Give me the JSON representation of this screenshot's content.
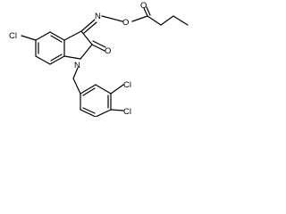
{
  "molecule": {
    "atom_labels": {
      "chlorine_top_left": "Cl",
      "oxime_n": "N",
      "ester_o": "O",
      "ester_carbonyl_o": "O",
      "lactam_carbonyl_o": "O",
      "ring_n": "N",
      "chlorine_3": "Cl",
      "chlorine_4": "Cl"
    },
    "colors": {
      "bond": "#000000",
      "label": "#000000",
      "background": "#ffffff"
    }
  }
}
